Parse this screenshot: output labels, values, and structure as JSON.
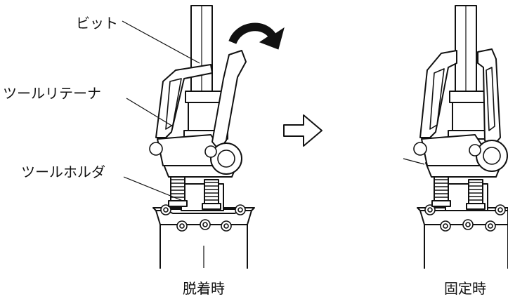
{
  "labels": {
    "bit": "ビット",
    "tool_retainer": "ツールリテーナ",
    "tool_holder": "ツールホルダ"
  },
  "captions": {
    "detached": "脱着時",
    "fixed": "固定時"
  },
  "icons": {
    "rotate": "curved-arrow-icon",
    "transition": "outline-right-arrow-icon"
  }
}
